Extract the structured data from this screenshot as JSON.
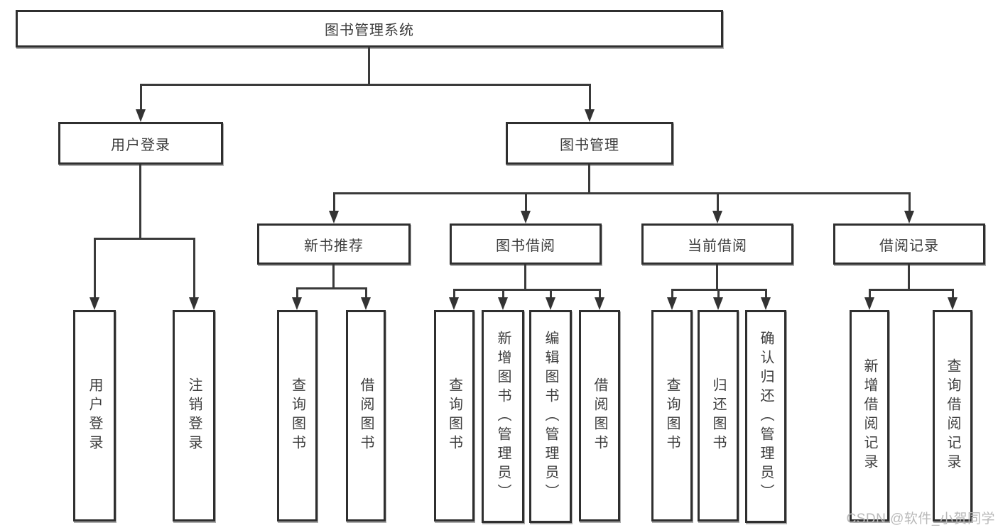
{
  "diagram_title": "图书管理系统",
  "tree": {
    "root": {
      "label": "图书管理系统"
    },
    "branches": [
      {
        "label": "用户登录",
        "children": [
          {
            "label": "用户登录"
          },
          {
            "label": "注销登录"
          }
        ]
      },
      {
        "label": "图书管理",
        "children": [
          {
            "label": "新书推荐",
            "children": [
              {
                "label": "查询图书"
              },
              {
                "label": "借阅图书"
              }
            ]
          },
          {
            "label": "图书借阅",
            "children": [
              {
                "label": "查询图书"
              },
              {
                "label": "新增图书（管理员）"
              },
              {
                "label": "编辑图书（管理员）"
              },
              {
                "label": "借阅图书"
              }
            ]
          },
          {
            "label": "当前借阅",
            "children": [
              {
                "label": "查询图书"
              },
              {
                "label": "归还图书"
              },
              {
                "label": "确认归还（管理员）"
              }
            ]
          },
          {
            "label": "借阅记录",
            "children": [
              {
                "label": "新增借阅记录"
              },
              {
                "label": "查询借阅记录"
              }
            ]
          }
        ]
      }
    ]
  },
  "watermark": {
    "text": "CSDN @软件_小贺同学"
  },
  "colors": {
    "background": "#ffffff",
    "box_border": "#2f2f2f",
    "line": "#3a3a3a",
    "text": "#3d3d3d",
    "watermark": "#b9b9b9"
  }
}
